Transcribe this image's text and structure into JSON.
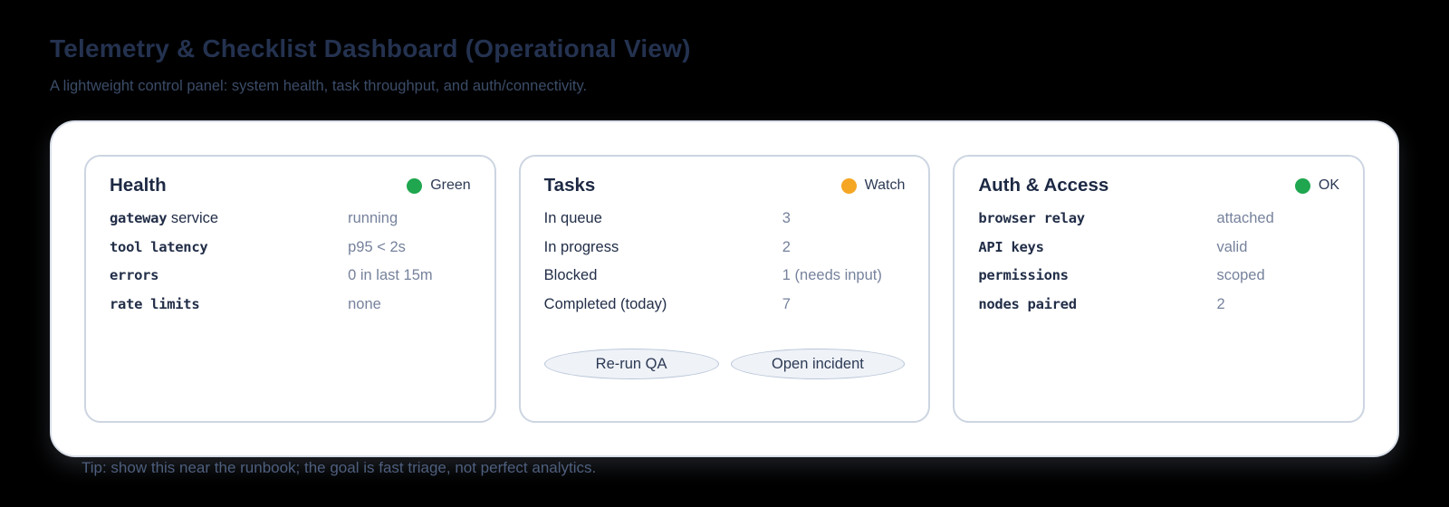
{
  "page": {
    "title": "Telemetry & Checklist Dashboard (Operational View)",
    "subtitle": "A lightweight control panel: system health, task throughput, and auth/connectivity.",
    "tip": "Tip: show this near the runbook; the goal is fast triage, not perfect analytics."
  },
  "colors": {
    "status_green": "#1FA64F",
    "status_orange": "#F5A623",
    "panel_bg": "#FFFFFF",
    "card_border": "#CCD5E1",
    "label_navy": "#222E48",
    "value_gray": "#76829C"
  },
  "cards": [
    {
      "title": "Health",
      "status": {
        "label": "Green",
        "dot_color": "#1FA64F"
      },
      "rows": [
        {
          "label_mono": "gateway",
          "label_plain": " service",
          "value": "running"
        },
        {
          "label_mono": "tool latency",
          "label_plain": "",
          "value": "p95 < 2s"
        },
        {
          "label_mono": "errors",
          "label_plain": "",
          "value": "0 in last 15m"
        },
        {
          "label_mono": "rate limits",
          "label_plain": "",
          "value": "none"
        }
      ]
    },
    {
      "title": "Tasks",
      "status": {
        "label": "Watch",
        "dot_color": "#F5A623"
      },
      "rows": [
        {
          "label_mono": "",
          "label_plain": "In queue",
          "value": "3"
        },
        {
          "label_mono": "",
          "label_plain": "In progress",
          "value": "2"
        },
        {
          "label_mono": "",
          "label_plain": "Blocked",
          "value": "1 (needs input)"
        },
        {
          "label_mono": "",
          "label_plain": "Completed (today)",
          "value": "7"
        }
      ],
      "buttons": [
        {
          "label": "Re-run QA"
        },
        {
          "label": "Open incident"
        }
      ]
    },
    {
      "title": "Auth & Access",
      "status": {
        "label": "OK",
        "dot_color": "#1FA64F"
      },
      "rows": [
        {
          "label_mono": "browser relay",
          "label_plain": "",
          "value": "attached"
        },
        {
          "label_mono": "API keys",
          "label_plain": "",
          "value": "valid"
        },
        {
          "label_mono": "permissions",
          "label_plain": "",
          "value": "scoped"
        },
        {
          "label_mono": "nodes paired",
          "label_plain": "",
          "value": "2"
        }
      ]
    }
  ]
}
